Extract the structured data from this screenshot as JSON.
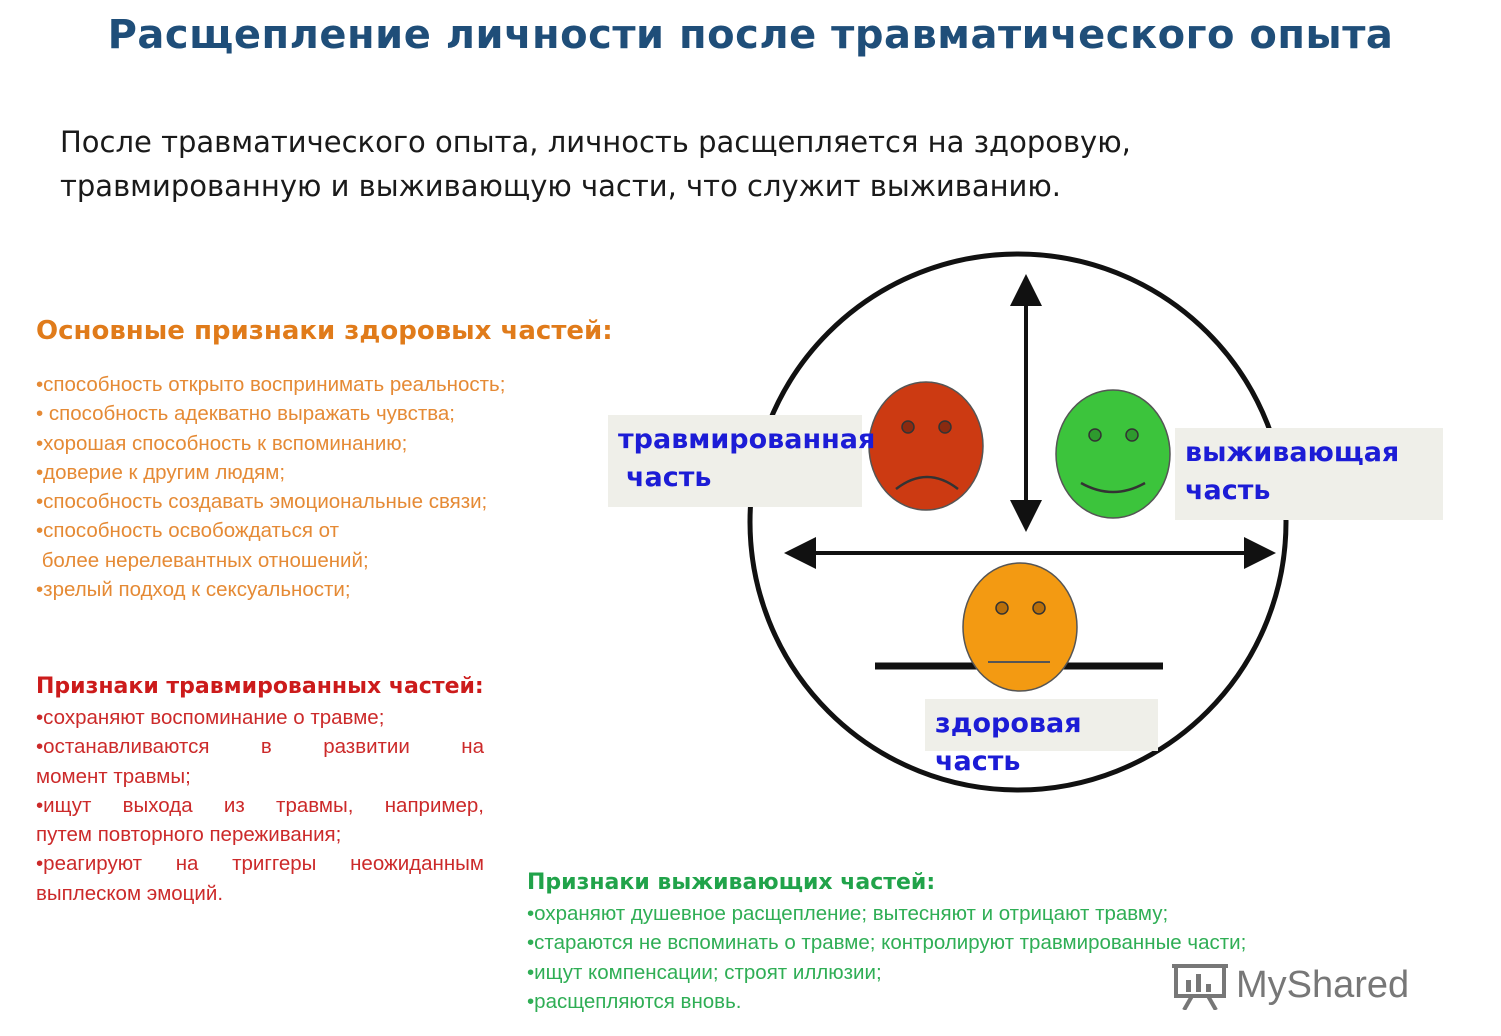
{
  "title": "Расщепление личности после травматического опыта",
  "intro": {
    "line1": "После травматического опыта, личность расщепляется на здоровую,",
    "line2": "травмированную и выживающую части, что служит выживанию."
  },
  "healthy": {
    "heading": "Основные  признаки здоровых частей:",
    "items": [
      "•способность открыто воспринимать реальность;",
      "• способность адекватно выражать чувства;",
      "•хорошая способность к вспоминанию;",
      "•доверие к другим людям;",
      "•способность создавать эмоциональные связи;",
      "•способность освобождаться от",
      " более нерелевантных отношений;",
      "•зрелый подход к сексуальности;"
    ]
  },
  "traumatized": {
    "heading": "Признаки травмированных частей:",
    "items": [
      "•сохраняют воспоминание о травме;",
      "•останавливаются в развитии на",
      "момент травмы;",
      "•ищут выхода из травмы, например,",
      "путем повторного переживания;",
      "•реагируют на триггеры неожиданным",
      "выплеском эмоций."
    ]
  },
  "surviving": {
    "heading": "Признаки выживающих частей:",
    "items": [
      "•охраняют душевное расщепление; вытесняют и отрицают травму;",
      "•стараются не вспоминать о травме; контролируют травмированные части;",
      "•ищут компенсации; строят иллюзии;",
      "•расщепляются вновь."
    ]
  },
  "diagram": {
    "label_traumatized_1": "травмированная",
    "label_traumatized_2": "часть",
    "label_surviving_1": "выживающая",
    "label_surviving_2": "часть",
    "label_healthy": "здоровая часть",
    "colors": {
      "traumatized_face": "#cc3a12",
      "surviving_face": "#3cc43c",
      "healthy_face": "#f39a12",
      "outline": "#111111"
    }
  },
  "watermark": {
    "text": "MyShared",
    "icon": "presentation-board-icon"
  }
}
